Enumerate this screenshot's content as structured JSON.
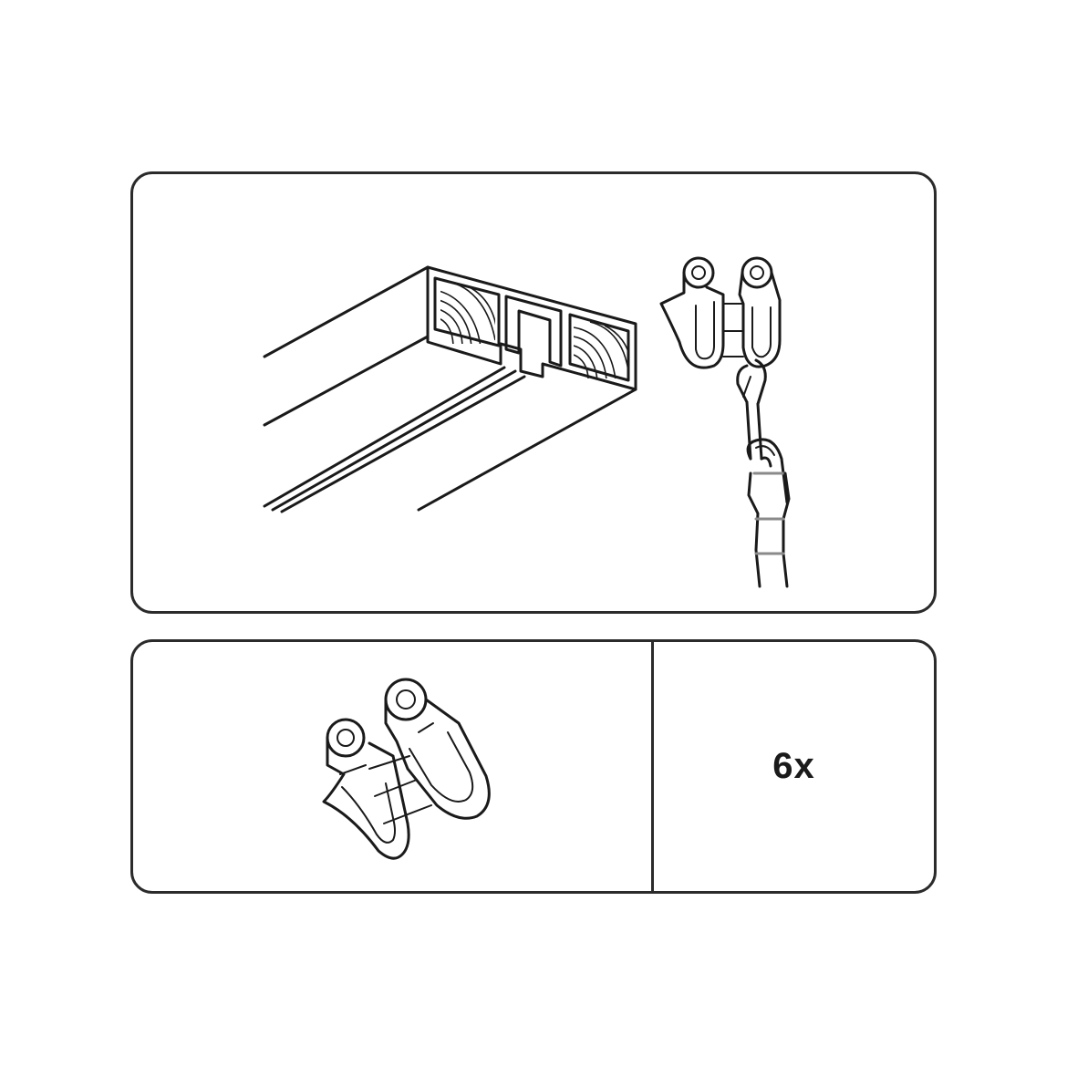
{
  "bottom_panel": {
    "count_label": "6x"
  },
  "icons": {
    "rail": "curtain-rail-profile",
    "glider_hook": "glider-with-hook-and-tape",
    "glider": "curtain-glider"
  },
  "colors": {
    "line": "#1a1a1a",
    "border": "#2b2b2b",
    "background": "#ffffff"
  }
}
